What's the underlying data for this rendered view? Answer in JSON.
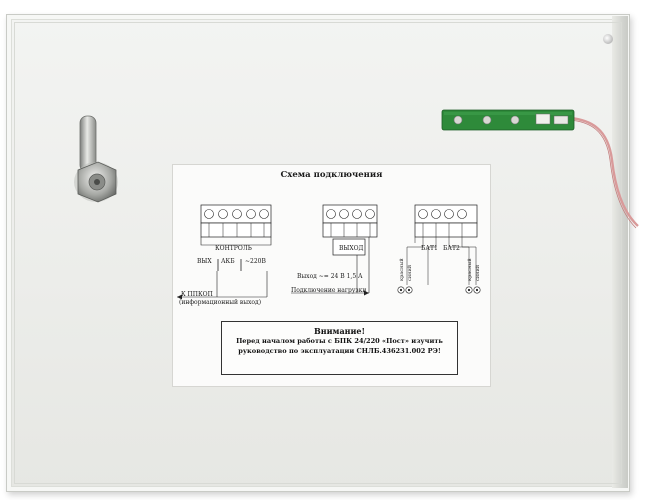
{
  "diagram": {
    "title": "Схема подключения",
    "control_label": "КОНТРОЛЬ",
    "control_sub": [
      "ВЫХ",
      "АКБ",
      "~220В"
    ],
    "output_label": "ВЫХОД",
    "output_spec": "Выход  ~= 24 В  1,5 А",
    "load_label": "Подключение нагрузки",
    "ppkop_label": "К ППКОП",
    "ppkop_sub": "(информационный выход)",
    "bat1_label": "БАТ1",
    "bat2_label": "БАТ2",
    "wire_red": "красный",
    "wire_blue": "синий"
  },
  "warning": {
    "title": "Внимание!",
    "line1": "Перед началом работы с БПК 24/220 «Пост» изучить",
    "line2": "руководство по эксплуатации СНЛБ.436231.002 РЭ!"
  },
  "colors": {
    "enclosure": "#eeefec",
    "pcb_green": "#2e8a3a",
    "wire_pink": "#d99a9a"
  }
}
